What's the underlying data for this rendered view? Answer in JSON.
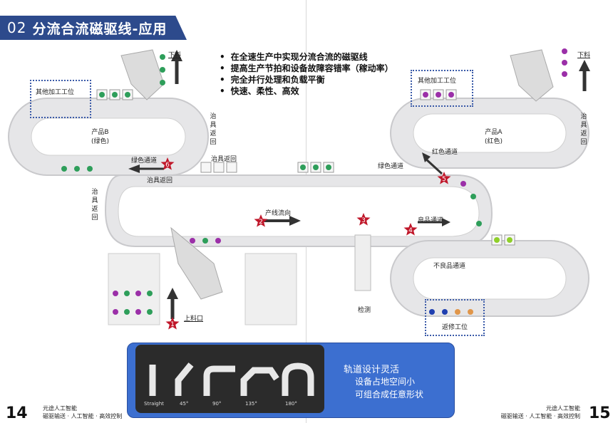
{
  "header": {
    "number": "02",
    "title": "分流合流磁驱线-应用"
  },
  "bullets": [
    "在全速生产中实现分流合流的磁驱线",
    "提高生产节拍和设备故障容错率（稼动率）",
    "完全并行处理和负载平衡",
    "快速、柔性、高效"
  ],
  "labels": {
    "unload_left": "下料",
    "unload_right": "下料",
    "other_station_left": "其他加工工位",
    "other_station_right": "其他加工工位",
    "product_b": "产品B",
    "product_b_color": "(绿色)",
    "product_a": "产品A",
    "product_a_color": "(红色)",
    "fixture_return_vertical": "治具返回",
    "fixture_return_top": "治具返回",
    "fixture_return_left": "治具返回",
    "green_channel_left": "绿色通道",
    "green_channel_right": "绿色通道",
    "red_channel": "红色通道",
    "line_flow": "产线流向",
    "good_channel": "良品通道",
    "defect_channel": "不良品通道",
    "inspection": "检测",
    "loading": "上料口",
    "repair_station": "返修工位"
  },
  "badges": [
    "1",
    "2",
    "3",
    "4",
    "5",
    "6"
  ],
  "flex": {
    "title": "轨道设计灵活",
    "line1": "设备占地空间小",
    "line2": "可组合成任意形状"
  },
  "shapes": [
    "Straight",
    "45°",
    "90°",
    "135°",
    "180°"
  ],
  "footer_left": {
    "page": "14",
    "line1": "元途人工智能",
    "line2": "磁驱输送 · 人工智能 · 高效控制"
  },
  "footer_right": {
    "page": "15",
    "line1": "元途人工智能",
    "line2": "磁驱输送 · 人工智能 · 高效控制"
  },
  "colors": {
    "header": "#2d4a8c",
    "badge": "#c0172a",
    "panel": "#3c6fd0",
    "dash": "#3a5aa8"
  }
}
